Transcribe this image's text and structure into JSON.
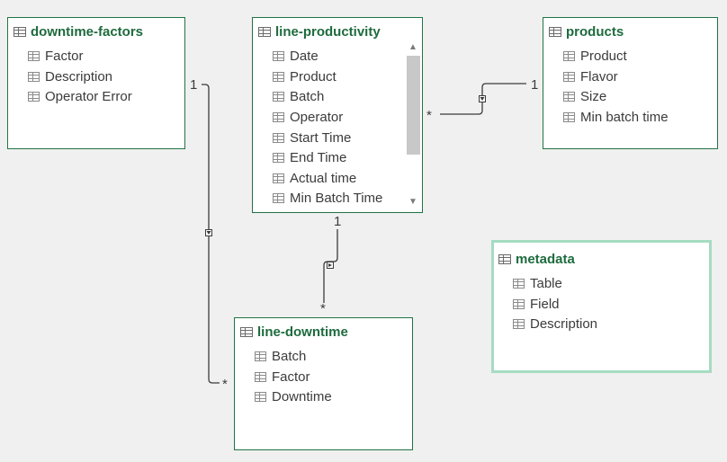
{
  "colors": {
    "table_border": "#217346",
    "title_text": "#1e6b3e",
    "selected_border": "#a6dcc2",
    "line": "#3b3b3b"
  },
  "tables": {
    "downtime_factors": {
      "title": "downtime-factors",
      "fields": [
        "Factor",
        "Description",
        "Operator Error"
      ]
    },
    "line_productivity": {
      "title": "line-productivity",
      "fields": [
        "Date",
        "Product",
        "Batch",
        "Operator",
        "Start Time",
        "End Time",
        "Actual time",
        "Min Batch Time"
      ]
    },
    "products": {
      "title": "products",
      "fields": [
        "Product",
        "Flavor",
        "Size",
        "Min batch time"
      ]
    },
    "metadata": {
      "title": "metadata",
      "fields": [
        "Table",
        "Field",
        "Description"
      ]
    },
    "line_downtime": {
      "title": "line-downtime",
      "fields": [
        "Batch",
        "Factor",
        "Downtime"
      ]
    }
  },
  "relationships": [
    {
      "from": "downtime-factors",
      "to": "line-downtime",
      "from_card": "1",
      "to_card": "*"
    },
    {
      "from": "products",
      "to": "line-productivity",
      "from_card": "1",
      "to_card": "*"
    },
    {
      "from": "line-productivity",
      "to": "line-downtime",
      "from_card": "1",
      "to_card": "*"
    }
  ],
  "scrollbar": {
    "up_icon": "chevron-up-icon",
    "down_icon": "chevron-down-icon"
  }
}
